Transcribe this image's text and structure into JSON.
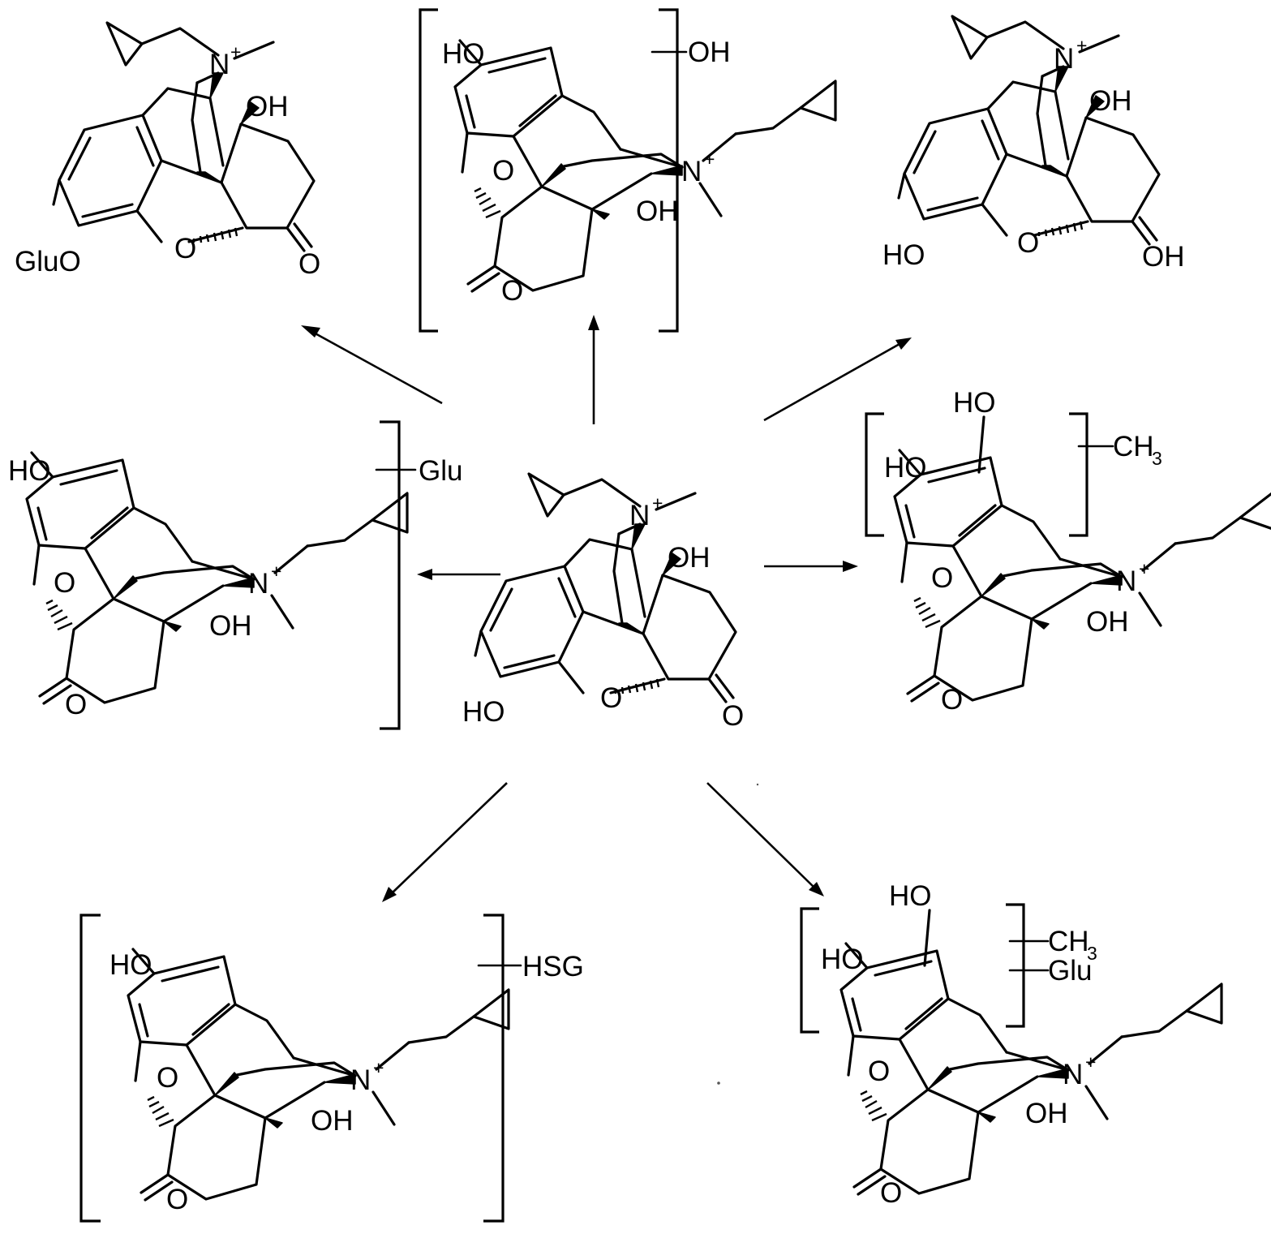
{
  "labels": {
    "hydroxyl": "OH",
    "hydroxyl_left": "HO",
    "oxygen": "O",
    "nitrogen": "N",
    "plus": "+",
    "glucuronide_ether": "GluO",
    "glucuronide": "Glu",
    "methyl_C": "CH",
    "methyl_sub": "3",
    "glutathione": "HSG"
  }
}
